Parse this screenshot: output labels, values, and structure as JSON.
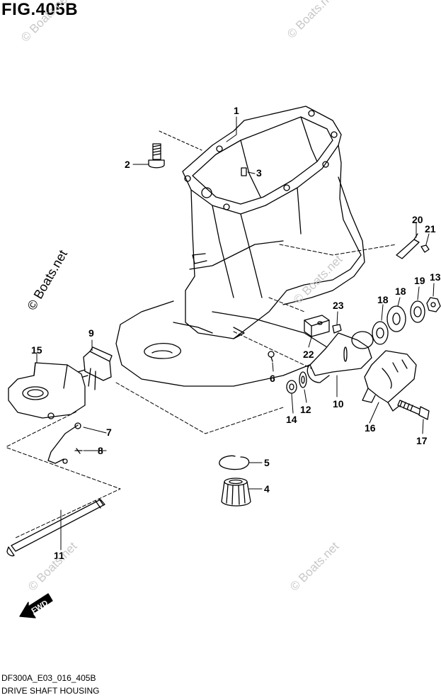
{
  "title": "FIG.405B",
  "watermark": "© Boats.net",
  "fwd_label": "FWD",
  "footer": {
    "code": "DF300A_E03_016_405B",
    "caption": "DRIVE SHAFT HOUSING"
  },
  "callouts": {
    "c1": "1",
    "c2": "2",
    "c3": "3",
    "c4": "4",
    "c5": "5",
    "c6": "6",
    "c7": "7",
    "c8": "8",
    "c9": "9",
    "c10": "10",
    "c11": "11",
    "c12": "12",
    "c13": "13",
    "c14": "14",
    "c15": "15",
    "c16": "16",
    "c17": "17",
    "c18": "18",
    "c19": "19",
    "c20": "20",
    "c21": "21",
    "c22": "22",
    "c23": "23"
  }
}
